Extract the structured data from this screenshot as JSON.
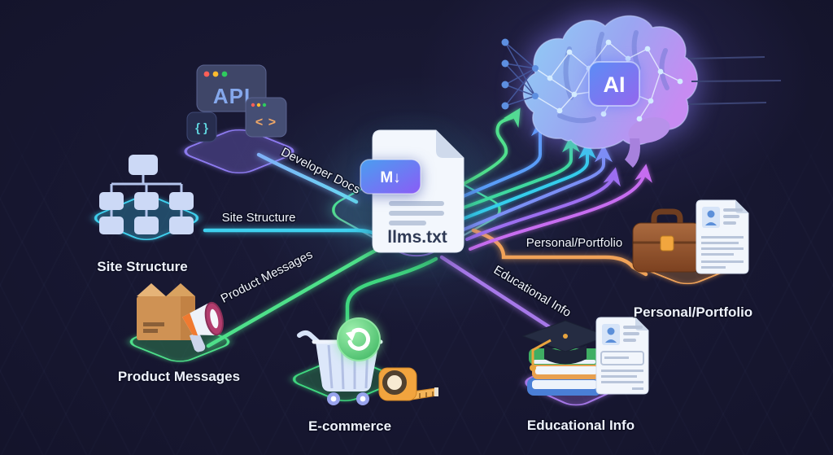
{
  "background_color": "#14142b",
  "center_file": {
    "badge_label": "M↓",
    "filename": "llms.txt"
  },
  "api_window": {
    "title": "API",
    "braces_glyph": "{ }",
    "code_glyph": "< >"
  },
  "ai_chip": {
    "label": "AI"
  },
  "connections": {
    "developer_docs": {
      "label": "Developer Docs",
      "color": "#7fb0f8"
    },
    "site_structure": {
      "label": "Site Structure",
      "color": "#3fd0ee"
    },
    "product_messages": {
      "label": "Product Messages",
      "color": "#4ee08a"
    },
    "ecommerce": {
      "color": "#3fd67f"
    },
    "personal_portfolio": {
      "label": "Personal/Portfolio",
      "color": "#f0a258"
    },
    "educational_info": {
      "label": "Educational Info",
      "color": "#a678e8"
    }
  },
  "nodes": {
    "site_structure": {
      "label": "Site Structure"
    },
    "product_messages": {
      "label": "Product Messages"
    },
    "ecommerce": {
      "label": "E-commerce"
    },
    "educational_info": {
      "label": "Educational Info"
    },
    "personal_portfolio": {
      "label": "Personal/Portfolio"
    }
  },
  "arrow_colors": [
    "#50e08d",
    "#5a9df8",
    "#3fd9a0",
    "#35cdeb",
    "#7b8ff5",
    "#9d6ff0",
    "#c76df0"
  ]
}
